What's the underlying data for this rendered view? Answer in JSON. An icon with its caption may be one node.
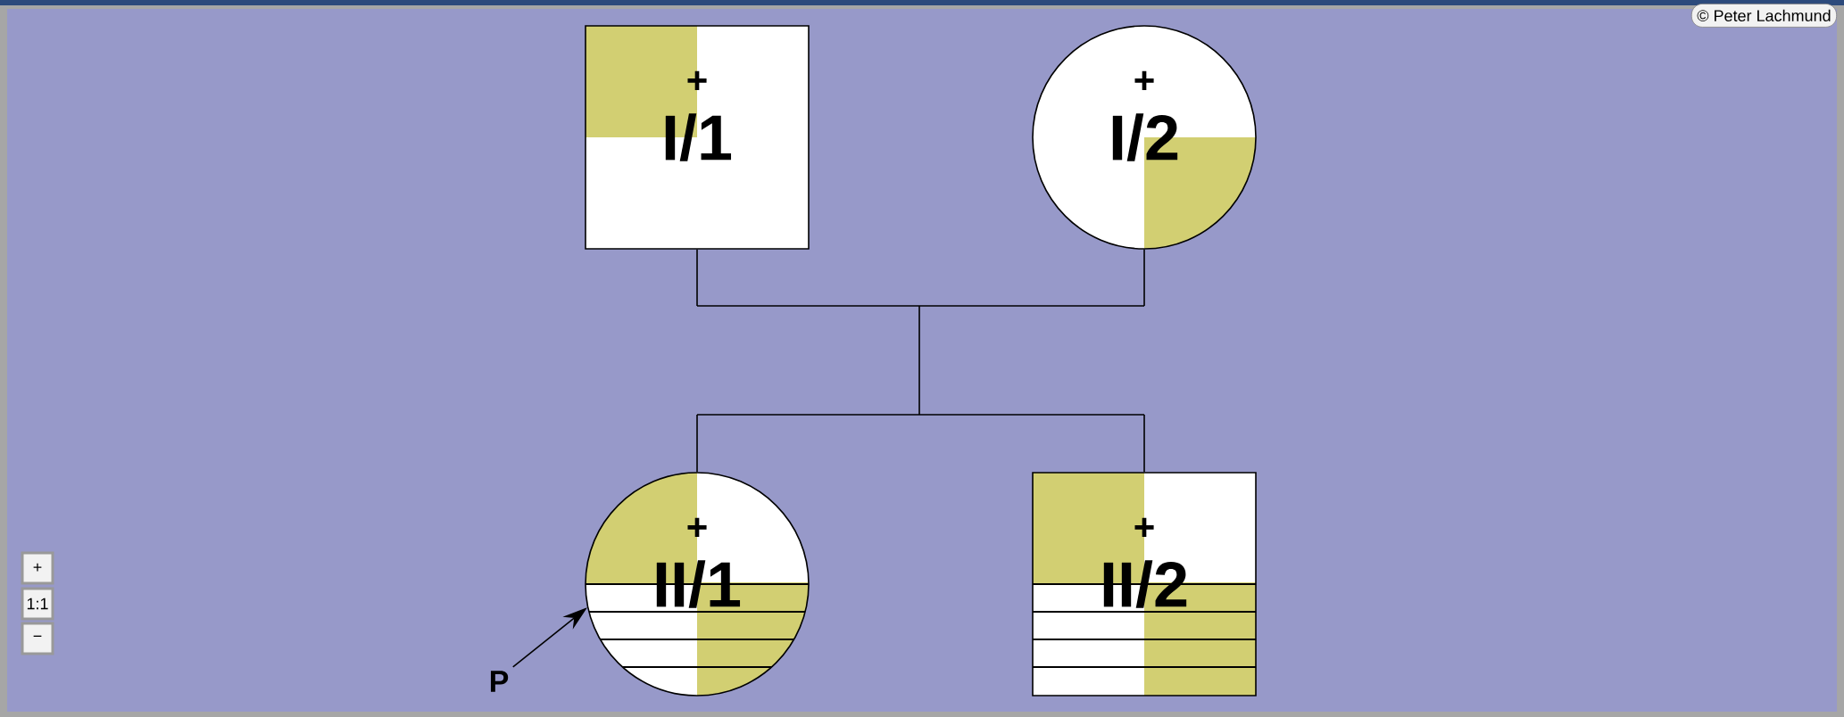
{
  "diagram": {
    "nodes": [
      {
        "text": [
          "+",
          "I/1"
        ]
      },
      {
        "text": [
          "+",
          "I/2"
        ]
      },
      {
        "text": [
          "+",
          "II/1"
        ]
      },
      {
        "text": [
          "+",
          "II/2"
        ]
      },
      {
        "text": [
          "P"
        ]
      }
    ],
    "edges": [
      {
        "from": 0,
        "to": 2,
        "arrow": "none"
      },
      {
        "from": 0,
        "to": 3,
        "arrow": "none"
      },
      {
        "from": 1,
        "to": 2,
        "arrow": "none"
      },
      {
        "from": 1,
        "to": 3,
        "arrow": "none"
      },
      {
        "from": 4,
        "to": 2,
        "arrow": "to"
      }
    ],
    "labels": [
      "© Peter Lachmund",
      "+",
      "1:1",
      "−"
    ]
  }
}
